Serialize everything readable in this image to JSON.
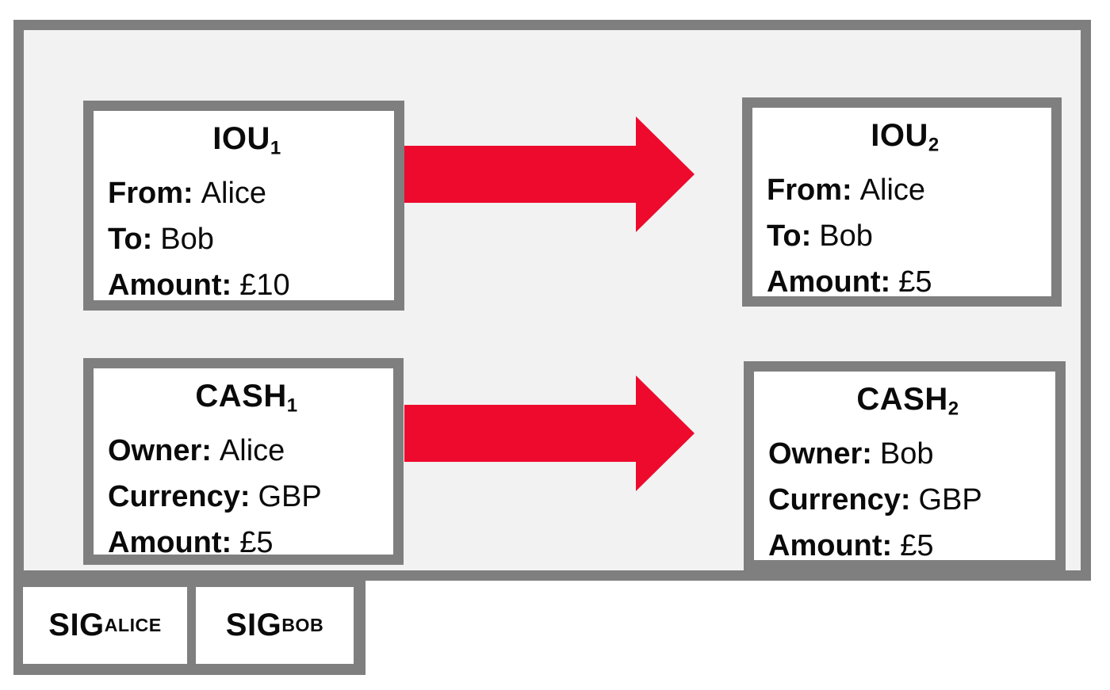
{
  "diagram": {
    "title": "transaction-state-diagram",
    "cards": [
      {
        "id": "iou1",
        "title_base": "IOU",
        "title_sub": "1",
        "rows": [
          {
            "label": "From:",
            "value": "Alice"
          },
          {
            "label": "To:",
            "value": "Bob"
          },
          {
            "label": "Amount:",
            "value": "£10"
          }
        ]
      },
      {
        "id": "iou2",
        "title_base": "IOU",
        "title_sub": "2",
        "rows": [
          {
            "label": "From:",
            "value": "Alice"
          },
          {
            "label": "To:",
            "value": "Bob"
          },
          {
            "label": "Amount:",
            "value": "£5"
          }
        ]
      },
      {
        "id": "cash1",
        "title_base": "CASH",
        "title_sub": "1",
        "rows": [
          {
            "label": "Owner:",
            "value": "Alice"
          },
          {
            "label": "Currency:",
            "value": "GBP"
          },
          {
            "label": "Amount:",
            "value": "£5"
          }
        ]
      },
      {
        "id": "cash2",
        "title_base": "CASH",
        "title_sub": "2",
        "rows": [
          {
            "label": "Owner:",
            "value": "Bob"
          },
          {
            "label": "Currency:",
            "value": "GBP"
          },
          {
            "label": "Amount:",
            "value": "£5"
          }
        ]
      }
    ],
    "arrows": [
      {
        "icon": "arrow-right-icon"
      },
      {
        "icon": "arrow-right-icon"
      }
    ],
    "signatures": [
      {
        "base": "SIG",
        "sub": "ALICE"
      },
      {
        "base": "SIG",
        "sub": "BOB"
      }
    ],
    "colors": {
      "accent_red": "#ED0A2D",
      "frame_gray": "#7F7F7F",
      "panel_bg": "#F2F2F2",
      "card_bg": "#FFFFFF",
      "text": "#0A0A0A"
    }
  }
}
